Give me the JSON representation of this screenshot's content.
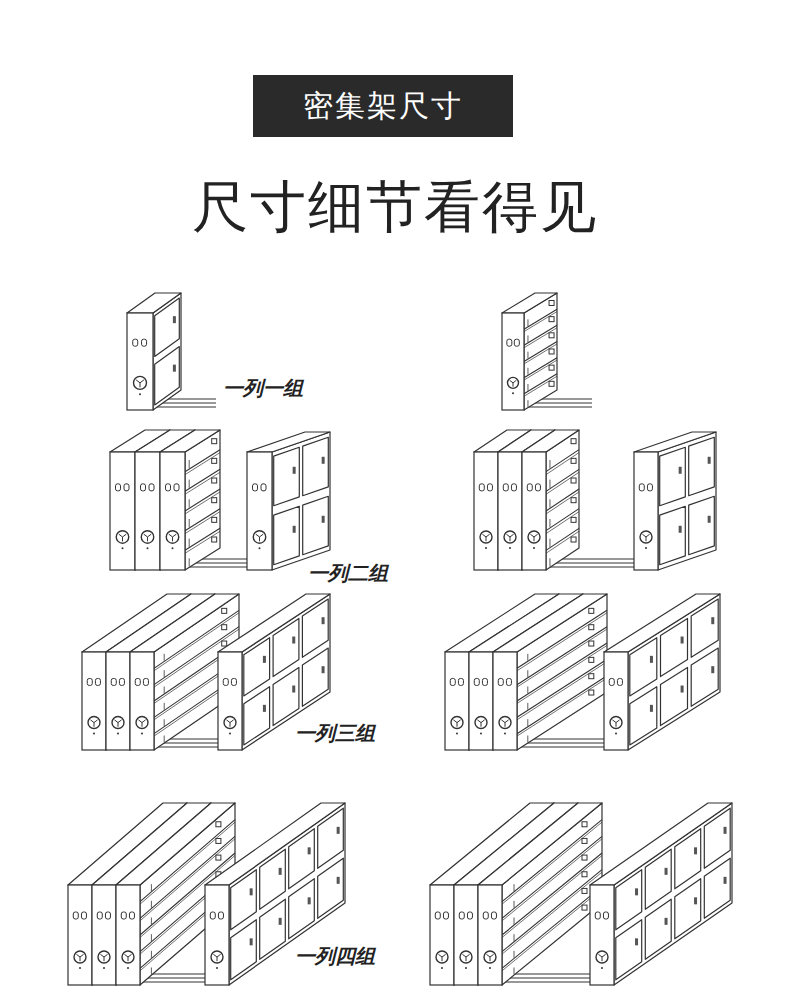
{
  "diagram": {
    "title": "尺寸细节看得见",
    "nodes": [
      {
        "text": [
          "密集架尺寸"
        ]
      }
    ],
    "edges": [],
    "labels": [
      "一列一组",
      "一列二组",
      "一列三组",
      "一列四组"
    ]
  }
}
